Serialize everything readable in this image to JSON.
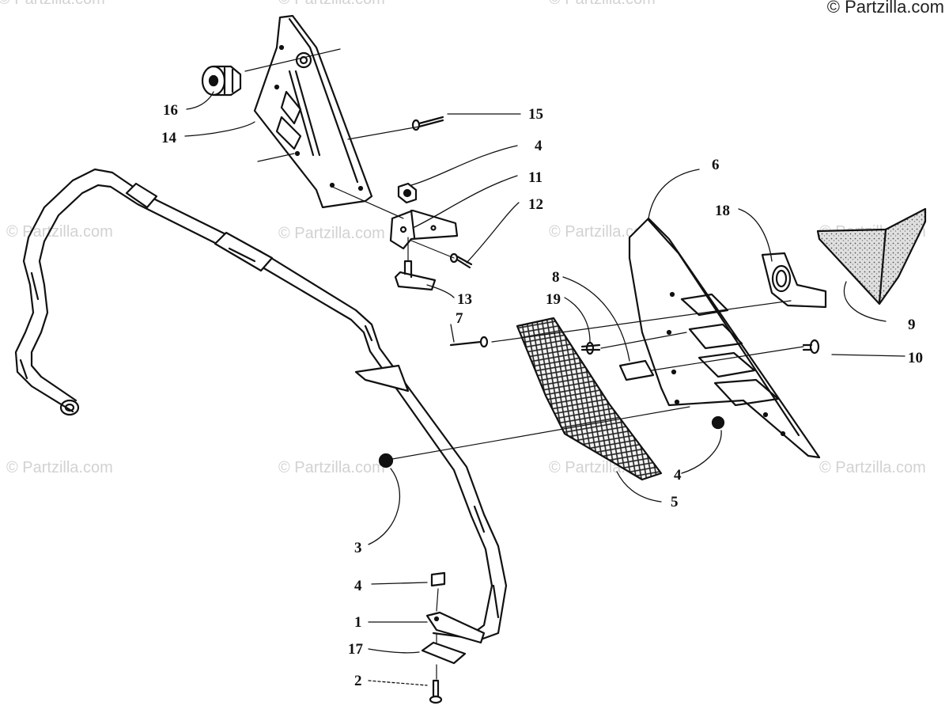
{
  "copyright": "© Partzilla.com",
  "watermark": "© Partzilla.com",
  "callouts": [
    {
      "id": "c16",
      "label": "16"
    },
    {
      "id": "c14",
      "label": "14"
    },
    {
      "id": "c15",
      "label": "15"
    },
    {
      "id": "c4a",
      "label": "4"
    },
    {
      "id": "c11",
      "label": "11"
    },
    {
      "id": "c12",
      "label": "12"
    },
    {
      "id": "c13",
      "label": "13"
    },
    {
      "id": "c6",
      "label": "6"
    },
    {
      "id": "c18",
      "label": "18"
    },
    {
      "id": "c9",
      "label": "9"
    },
    {
      "id": "c8",
      "label": "8"
    },
    {
      "id": "c19",
      "label": "19"
    },
    {
      "id": "c7",
      "label": "7"
    },
    {
      "id": "c10",
      "label": "10"
    },
    {
      "id": "c4b",
      "label": "4"
    },
    {
      "id": "c5",
      "label": "5"
    },
    {
      "id": "c3",
      "label": "3"
    },
    {
      "id": "c4c",
      "label": "4"
    },
    {
      "id": "c1",
      "label": "1"
    },
    {
      "id": "c17",
      "label": "17"
    },
    {
      "id": "c2",
      "label": "2"
    }
  ]
}
